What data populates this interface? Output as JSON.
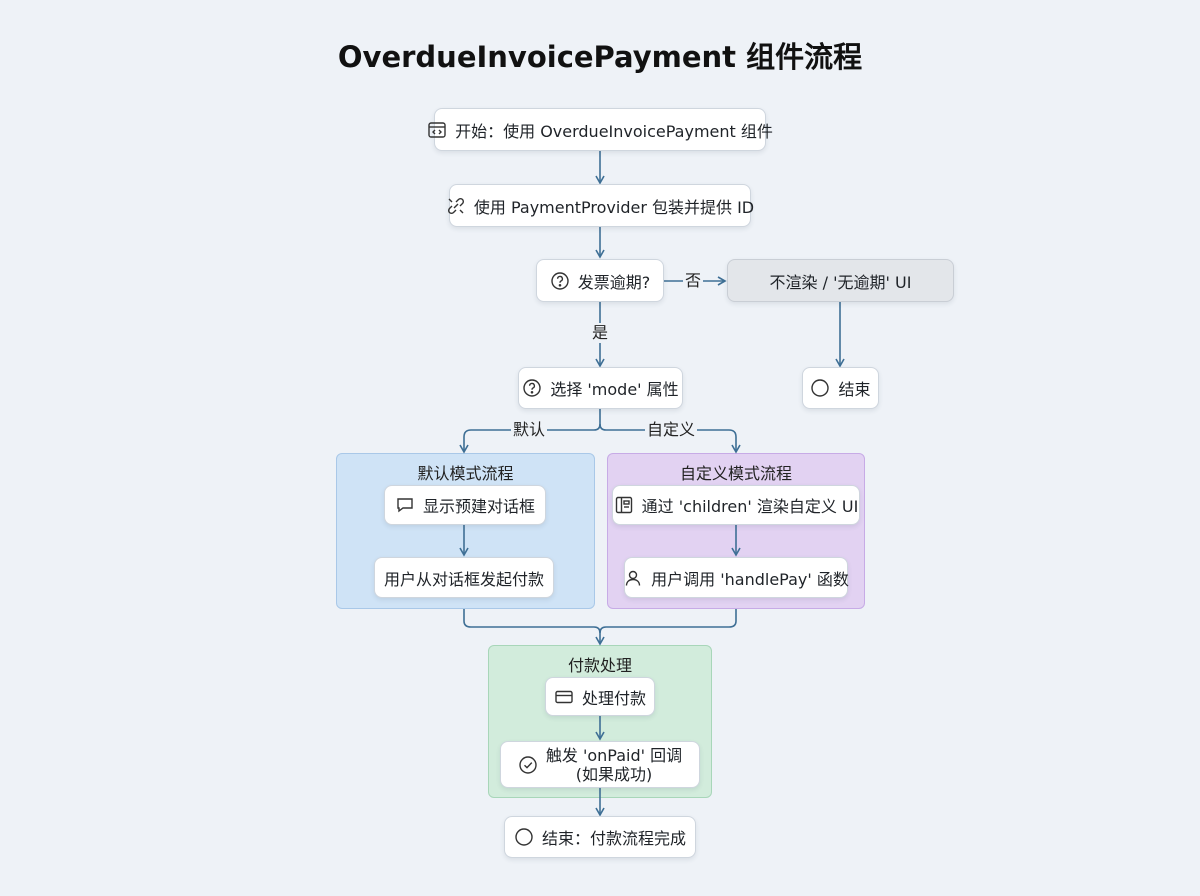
{
  "title": "OverdueInvoicePayment 组件流程",
  "nodes": {
    "start": "开始：使用 OverdueInvoicePayment 组件",
    "wrap": "使用 PaymentProvider 包装并提供 ID",
    "overdue_q": "发票逾期?",
    "no_render": "不渲染 / '无逾期' UI",
    "end1": "结束",
    "mode_q": "选择 'mode' 属性",
    "show_dialog": "显示预建对话框",
    "user_dialog_pay": "用户从对话框发起付款",
    "render_children": "通过 'children' 渲染自定义 UI",
    "user_handlepay": "用户调用 'handlePay' 函数",
    "process_pay": "处理付款",
    "onpaid_line1": "触发 'onPaid' 回调",
    "onpaid_line2": "(如果成功)",
    "end_final": "结束：付款流程完成"
  },
  "groups": {
    "default_flow": "默认模式流程",
    "custom_flow": "自定义模式流程",
    "payment_processing": "付款处理"
  },
  "edge_labels": {
    "no": "否",
    "yes": "是",
    "default": "默认",
    "custom": "自定义"
  },
  "icons": {
    "start": "code-window-icon",
    "wrap": "link-tool-icon",
    "question": "question-circle-icon",
    "end": "circle-icon",
    "dialog": "chat-bubble-icon",
    "layout": "layout-icon",
    "user": "user-icon",
    "card": "credit-card-icon",
    "check": "check-circle-icon"
  },
  "colors": {
    "edge": "#3e6f95",
    "default_group": "#cfe3f6",
    "custom_group": "#e2d2f2",
    "payment_group": "#d2ecdc",
    "gray_node": "#e3e6ea"
  }
}
